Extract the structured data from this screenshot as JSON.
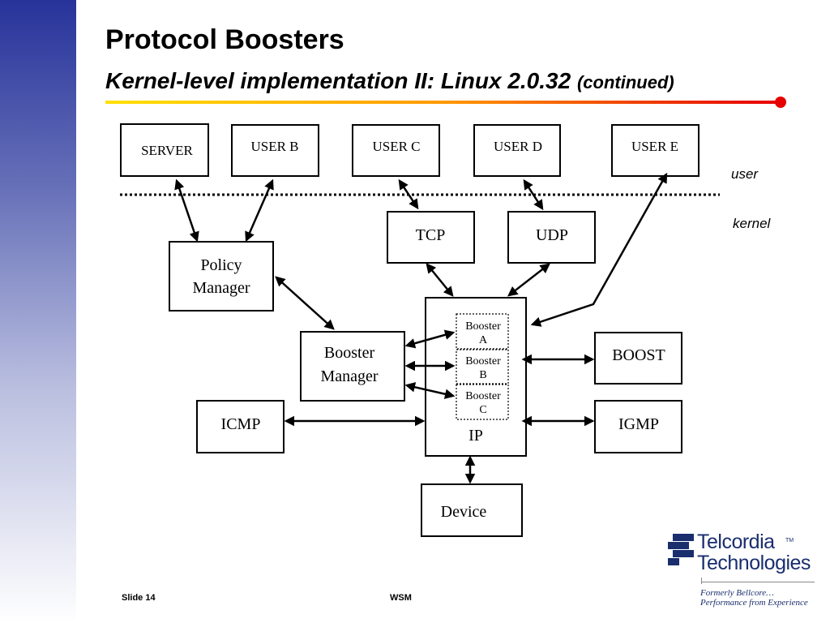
{
  "title": "Protocol Boosters",
  "subtitle": {
    "main": "Kernel-level implementation II: Linux 2.0.32",
    "suffix": "(continued)"
  },
  "layers": {
    "upper": "user",
    "lower": "kernel"
  },
  "nodes": {
    "server": "SERVER",
    "user_b": "USER B",
    "user_c": "USER C",
    "user_d": "USER D",
    "user_e": "USER E",
    "tcp": "TCP",
    "udp": "UDP",
    "policy_manager": [
      "Policy",
      "Manager"
    ],
    "booster_manager": [
      "Booster",
      "Manager"
    ],
    "ip": "IP",
    "booster_a": [
      "Booster",
      "A"
    ],
    "booster_b": [
      "Booster",
      "B"
    ],
    "booster_c": [
      "Booster",
      "C"
    ],
    "boost": "BOOST",
    "icmp": "ICMP",
    "igmp": "IGMP",
    "device": "Device"
  },
  "footer": {
    "slide": "Slide 14",
    "center": "WSM"
  },
  "logo": {
    "name_line1": "Telcordia",
    "tm": "TM",
    "name_line2": "Technologies",
    "tagline1": "Formerly Bellcore…",
    "tagline2": "Performance from Experience"
  },
  "colors": {
    "sidebar_top": "#27339a",
    "rule_start": "#ffe100",
    "rule_end": "#e60000",
    "logo": "#1a2e6e"
  }
}
